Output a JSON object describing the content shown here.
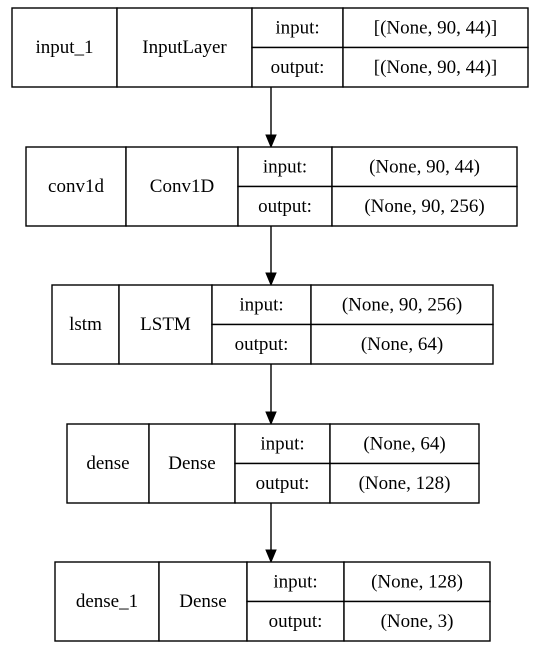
{
  "diagram": {
    "layers": [
      {
        "name": "input_1",
        "type": "InputLayer",
        "input_label": "input:",
        "output_label": "output:",
        "input_shape": "[(None, 90, 44)]",
        "output_shape": "[(None, 90, 44)]"
      },
      {
        "name": "conv1d",
        "type": "Conv1D",
        "input_label": "input:",
        "output_label": "output:",
        "input_shape": "(None, 90, 44)",
        "output_shape": "(None, 90, 256)"
      },
      {
        "name": "lstm",
        "type": "LSTM",
        "input_label": "input:",
        "output_label": "output:",
        "input_shape": "(None, 90, 256)",
        "output_shape": "(None, 64)"
      },
      {
        "name": "dense",
        "type": "Dense",
        "input_label": "input:",
        "output_label": "output:",
        "input_shape": "(None, 64)",
        "output_shape": "(None, 128)"
      },
      {
        "name": "dense_1",
        "type": "Dense",
        "input_label": "input:",
        "output_label": "output:",
        "input_shape": "(None, 128)",
        "output_shape": "(None, 3)"
      }
    ]
  }
}
